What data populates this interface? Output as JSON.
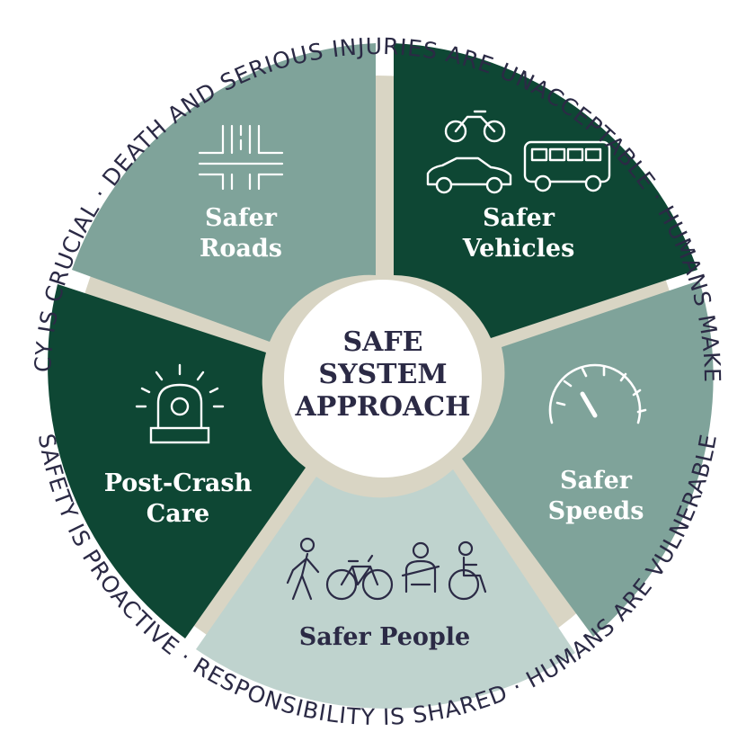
{
  "diagram": {
    "center": [
      "SAFE",
      "SYSTEM",
      "APPROACH"
    ],
    "segments": [
      {
        "id": "roads",
        "lines": [
          "Safer",
          "Roads"
        ],
        "icon": "intersection-icon",
        "color": "#7fa39a",
        "text_color": "#ffffff"
      },
      {
        "id": "vehicles",
        "lines": [
          "Safer",
          "Vehicles"
        ],
        "icon": "vehicles-icon",
        "color": "#0e4734",
        "text_color": "#ffffff"
      },
      {
        "id": "speeds",
        "lines": [
          "Safer",
          "Speeds"
        ],
        "icon": "speedometer-icon",
        "color": "#7fa39a",
        "text_color": "#ffffff"
      },
      {
        "id": "people",
        "lines": [
          "Safer People"
        ],
        "icon": "people-icon",
        "color": "#bfd3ce",
        "text_color": "#2b2a45"
      },
      {
        "id": "postcrash",
        "lines": [
          "Post-Crash",
          "Care"
        ],
        "icon": "siren-icon",
        "color": "#0e4734",
        "text_color": "#ffffff"
      }
    ],
    "principles": [
      "DEATH AND SERIOUS INJURIES ARE UNACCEPTABLE",
      "HUMANS MAKE MISTAKES",
      "HUMANS ARE VULNERABLE",
      "RESPONSIBILITY IS SHARED",
      "SAFETY IS PROACTIVE",
      "REDUNDANCY IS CRUCIAL"
    ],
    "separator": "·",
    "colors": {
      "gap": "#d9d5c4",
      "text_dark": "#2b2a45"
    }
  }
}
